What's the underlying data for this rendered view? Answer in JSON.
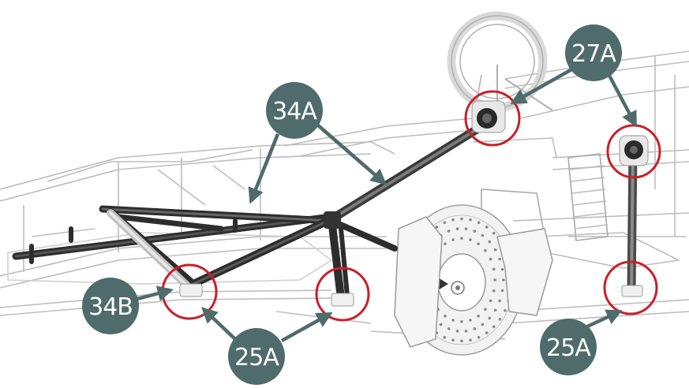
{
  "diagram": {
    "callouts": [
      {
        "id": "27A",
        "label": "27A"
      },
      {
        "id": "34A",
        "label": "34A"
      },
      {
        "id": "34B",
        "label": "34B"
      },
      {
        "id": "25A-left",
        "label": "25A"
      },
      {
        "id": "25A-right",
        "label": "25A"
      }
    ],
    "colors": {
      "callout_fill": "#4f6b6b",
      "highlight_ring": "#c8202a",
      "part_dark": "#2b2b2b",
      "part_grey": "#6a6a6a",
      "frame_outline": "#b9b9b9"
    }
  }
}
